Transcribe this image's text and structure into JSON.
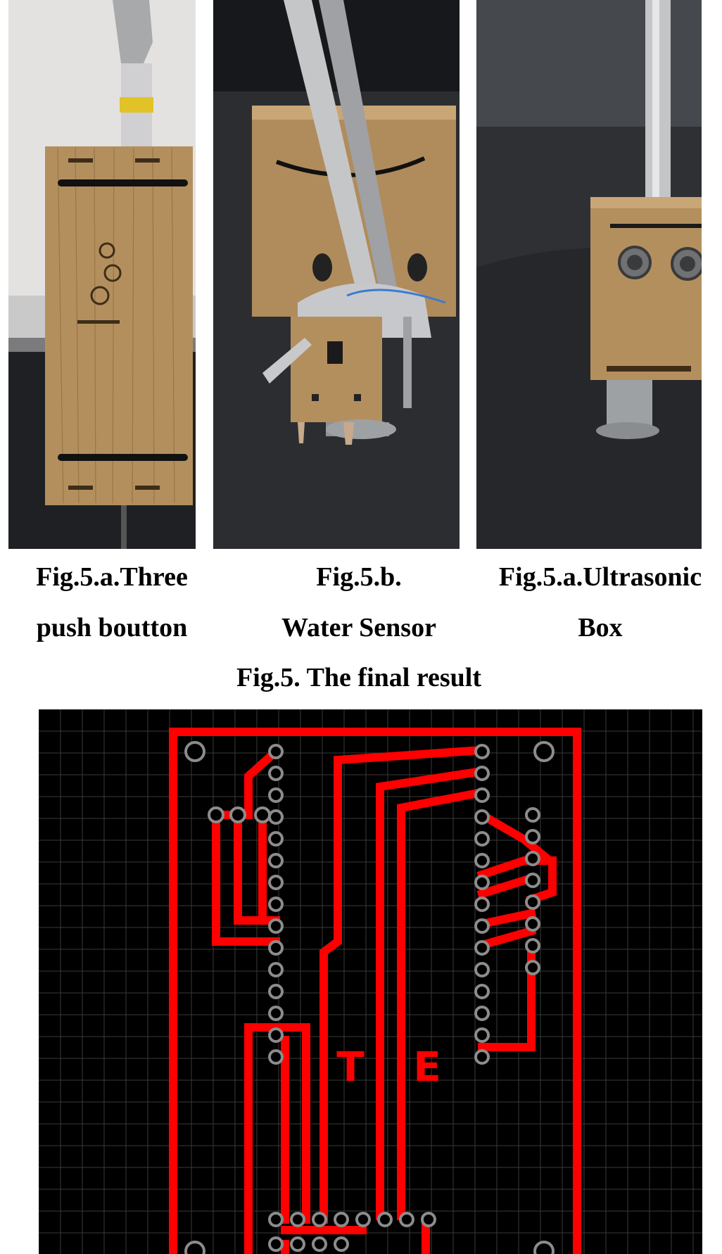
{
  "panels": [
    {
      "id": "a",
      "caption_line1": "Fig.5.a.Three",
      "caption_line2": "push boutton"
    },
    {
      "id": "b",
      "caption_line1": "Fig.5.b.",
      "caption_line2": "Water Sensor"
    },
    {
      "id": "c",
      "caption_line1": "Fig.5.a.Ultrasonic",
      "caption_line2": "Box"
    }
  ],
  "figure_caption": "Fig.5. The final result",
  "pcb": {
    "silkscreen_letters": [
      "T",
      "E"
    ],
    "colors": {
      "board": "#000000",
      "grid": "#3a3a3a",
      "trace": "#ff0000",
      "pad": "#8c8c8c"
    }
  }
}
